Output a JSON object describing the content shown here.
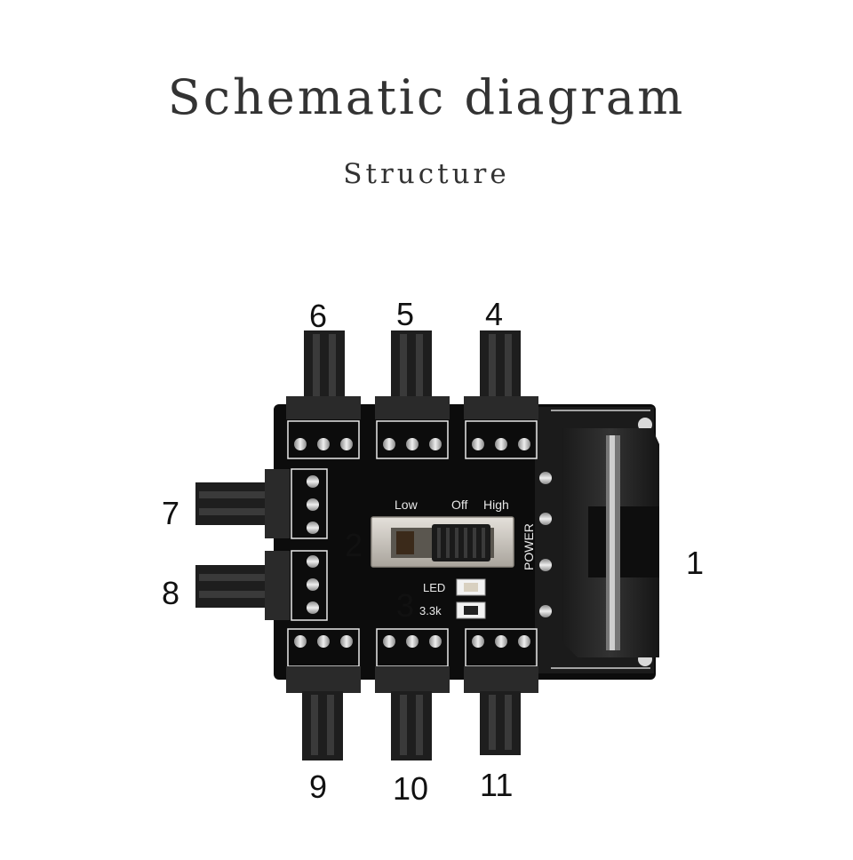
{
  "title": "Schematic diagram",
  "subtitle": "Structure",
  "callouts": {
    "c1": "1",
    "c2": "2",
    "c3": "3",
    "c4": "4",
    "c5": "5",
    "c6": "6",
    "c7": "7",
    "c8": "8",
    "c9": "9",
    "c10": "10",
    "c11": "11"
  },
  "silkscreen": {
    "low": "Low",
    "off": "Off",
    "high": "High",
    "power": "POWER",
    "led": "LED",
    "resistor": "3.3k"
  },
  "colors": {
    "pcb": "#0c0c0c",
    "connector": "#2a2a2a",
    "pin": "#c9c9c9",
    "switch_body": "#cfcbc4",
    "silkscreen": "#e8e8e8"
  }
}
